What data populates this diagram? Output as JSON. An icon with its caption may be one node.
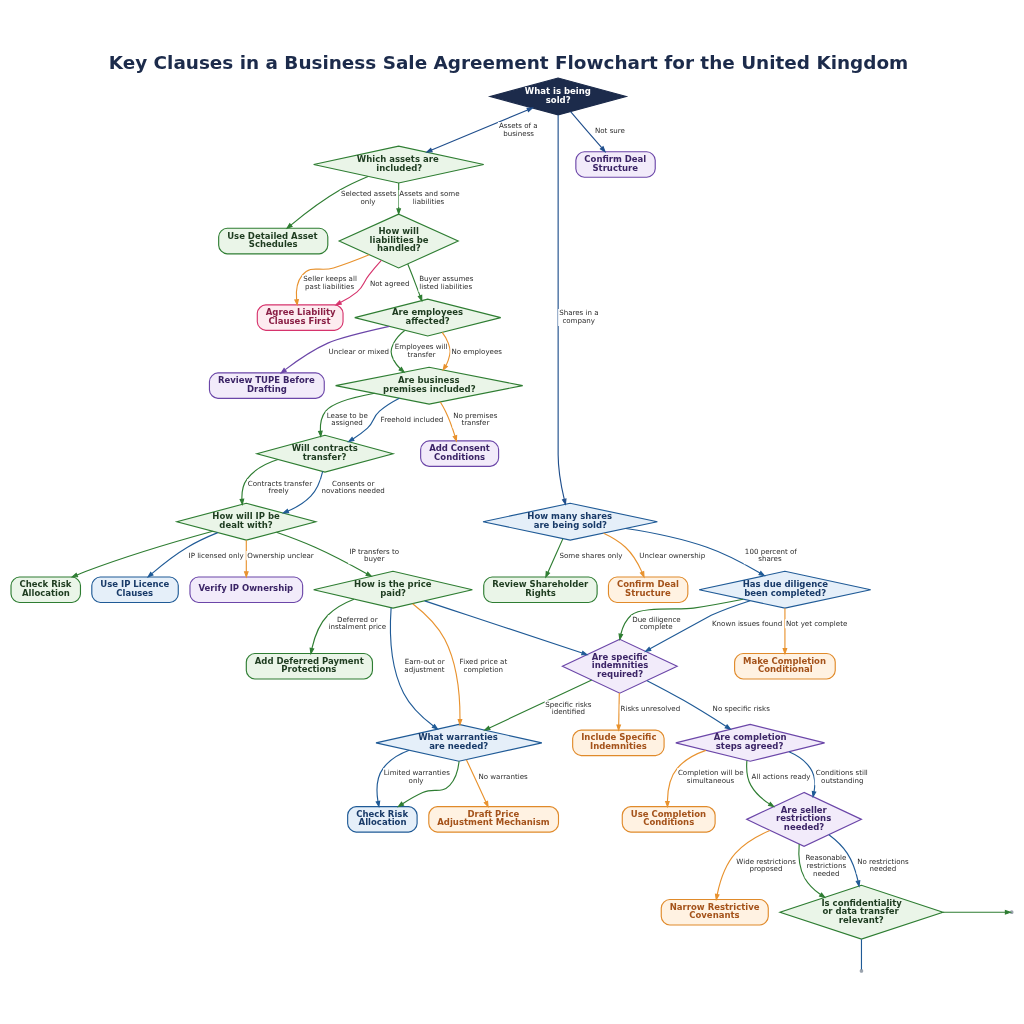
{
  "diagram": {
    "title": "Key Clauses in a Business Sale Agreement Flowchart for the United Kingdom",
    "nodes": [
      {
        "text": [
          "What is being sold?"
        ]
      },
      {
        "text": [
          "Which assets are included?"
        ]
      },
      {
        "text": [
          "Use Detailed Asset Schedules"
        ]
      },
      {
        "text": [
          "How will liabilities be handled?"
        ]
      },
      {
        "text": [
          "Agree Liability Clauses First"
        ]
      },
      {
        "text": [
          "Are employees affected?"
        ]
      },
      {
        "text": [
          "Review TUPE Before Drafting"
        ]
      },
      {
        "text": [
          "Are business premises included?"
        ]
      },
      {
        "text": [
          "Will contracts transfer?"
        ]
      },
      {
        "text": [
          "Add Consent Conditions"
        ]
      },
      {
        "text": [
          "How will IP be dealt with?"
        ]
      },
      {
        "text": [
          "Check Risk Allocation"
        ]
      },
      {
        "text": [
          "Use IP Licence Clauses"
        ]
      },
      {
        "text": [
          "Verify IP Ownership"
        ]
      },
      {
        "text": [
          "How is the price paid?"
        ]
      },
      {
        "text": [
          "Add Deferred Payment Protections"
        ]
      },
      {
        "text": [
          "What warranties are needed?"
        ]
      },
      {
        "text": [
          "Check Risk Allocation"
        ]
      },
      {
        "text": [
          "Draft Price Adjustment Mechanism"
        ]
      },
      {
        "text": [
          "How many shares are being sold?"
        ]
      },
      {
        "text": [
          "Confirm Deal Structure"
        ]
      },
      {
        "text": [
          "Review Shareholder Rights"
        ]
      },
      {
        "text": [
          "Confirm Deal Structure"
        ]
      },
      {
        "text": [
          "Has due diligence been completed?"
        ]
      },
      {
        "text": [
          "Make Completion Conditional"
        ]
      },
      {
        "text": [
          "Are specific indemnities required?"
        ]
      },
      {
        "text": [
          "Include Specific Indemnities"
        ]
      },
      {
        "text": [
          "Are completion steps agreed?"
        ]
      },
      {
        "text": [
          "Use Completion Conditions"
        ]
      },
      {
        "text": [
          "Are seller restrictions needed?"
        ]
      },
      {
        "text": [
          "Narrow Restrictive Covenants"
        ]
      },
      {
        "text": [
          "Is confidentiality or data transfer relevant?"
        ]
      }
    ],
    "edges": [
      {
        "from": 0,
        "to": 1,
        "arrow": "both",
        "label": "Assets of a business",
        "color": "#1f4e8c"
      },
      {
        "from": 0,
        "to": 19,
        "arrow": "to",
        "label": "Shares in a company",
        "color": "#1f4e8c"
      },
      {
        "from": 0,
        "to": 20,
        "arrow": "to",
        "label": "Not sure",
        "color": "#1f4e8c"
      },
      {
        "from": 1,
        "to": 2,
        "arrow": "to",
        "label": "Selected assets only"
      },
      {
        "from": 1,
        "to": 3,
        "arrow": "to",
        "label": "Assets and some liabilities"
      },
      {
        "from": 3,
        "to": 5,
        "arrow": "to",
        "label": "Buyer assumes listed liabilities"
      },
      {
        "from": 3,
        "to": 4,
        "arrow": "to",
        "label": "Seller keeps all past liabilities",
        "color": "#e8922e"
      },
      {
        "from": 3,
        "to": 4,
        "arrow": "to",
        "label": "Not agreed",
        "color": "#d6336c"
      },
      {
        "from": 5,
        "to": 7,
        "arrow": "to",
        "label": "Employees will transfer"
      },
      {
        "from": 5,
        "to": 7,
        "arrow": "to",
        "label": "No employees",
        "color": "#e8922e"
      },
      {
        "from": 5,
        "to": 6,
        "arrow": "to",
        "label": "Unclear or mixed",
        "color": "#6b46a8"
      },
      {
        "from": 7,
        "to": 8,
        "arrow": "to",
        "label": "Lease to be assigned"
      },
      {
        "from": 7,
        "to": 8,
        "arrow": "to",
        "label": "Freehold included",
        "color": "#1f5a96"
      },
      {
        "from": 7,
        "to": 9,
        "arrow": "to",
        "label": "No premises transfer",
        "color": "#e8922e"
      },
      {
        "from": 8,
        "to": 10,
        "arrow": "to",
        "label": "Contracts transfer freely"
      },
      {
        "from": 8,
        "to": 10,
        "arrow": "to",
        "label": "Consents or novations needed",
        "color": "#1f5a96"
      },
      {
        "from": 10,
        "to": 14,
        "arrow": "to",
        "label": "IP transfers to buyer"
      },
      {
        "from": 10,
        "to": 11,
        "arrow": "to"
      },
      {
        "from": 10,
        "to": 12,
        "arrow": "to",
        "label": "IP licensed only",
        "color": "#1f5a96"
      },
      {
        "from": 10,
        "to": 13,
        "arrow": "to",
        "label": "Ownership unclear",
        "color": "#e8922e"
      },
      {
        "from": 14,
        "to": 25,
        "arrow": "to",
        "color": "#1f5a96"
      },
      {
        "from": 14,
        "to": 15,
        "arrow": "to",
        "label": "Deferred or instalment price"
      },
      {
        "from": 14,
        "to": 16,
        "arrow": "to",
        "label": "Earn-out or adjustment",
        "color": "#1f5a96"
      },
      {
        "from": 14,
        "to": 16,
        "arrow": "to",
        "label": "Fixed price at completion",
        "color": "#e8922e"
      },
      {
        "from": 25,
        "to": 16,
        "arrow": "to",
        "label": "Specific risks identified"
      },
      {
        "from": 16,
        "to": 17,
        "arrow": "to",
        "label": "Limited warranties only",
        "color": "#1f5a96"
      },
      {
        "from": 16,
        "to": 17,
        "arrow": "to"
      },
      {
        "from": 16,
        "to": 18,
        "arrow": "to",
        "label": "No warranties",
        "color": "#e8922e"
      },
      {
        "from": 19,
        "to": 21,
        "arrow": "to",
        "label": "Some shares only"
      },
      {
        "from": 19,
        "to": 22,
        "arrow": "to",
        "label": "Unclear ownership",
        "color": "#e8922e"
      },
      {
        "from": 19,
        "to": 23,
        "arrow": "to",
        "label": "100 percent of shares",
        "color": "#1f5a96"
      },
      {
        "from": 23,
        "to": 25,
        "arrow": "to",
        "label": "Due diligence complete"
      },
      {
        "from": 23,
        "to": 24,
        "arrow": "to",
        "label": "Not yet complete",
        "color": "#e8922e"
      },
      {
        "from": 23,
        "to": 25,
        "arrow": "to",
        "label": "Known issues found",
        "color": "#1f5a96"
      },
      {
        "from": 25,
        "to": 27,
        "arrow": "to",
        "label": "No specific risks",
        "color": "#1f5a96"
      },
      {
        "from": 25,
        "to": 26,
        "arrow": "to",
        "label": "Risks unresolved",
        "color": "#e8922e"
      },
      {
        "from": 27,
        "to": 29,
        "arrow": "to",
        "label": "All actions ready"
      },
      {
        "from": 27,
        "to": 29,
        "arrow": "to",
        "label": "Conditions still outstanding",
        "color": "#1f5a96"
      },
      {
        "from": 27,
        "to": 28,
        "arrow": "to",
        "label": "Completion will be simultaneous",
        "color": "#e8922e"
      },
      {
        "from": 29,
        "to": 31,
        "arrow": "to",
        "label": "Reasonable restrictions needed"
      },
      {
        "from": 29,
        "to": 31,
        "arrow": "to",
        "label": "No restrictions needed",
        "color": "#1f5a96"
      },
      {
        "from": 29,
        "to": 30,
        "arrow": "to",
        "label": "Wide restrictions proposed",
        "color": "#e8922e"
      },
      {
        "from": 31,
        "to": null,
        "arrow": "to"
      },
      {
        "from": 31,
        "to": null,
        "arrow": "none",
        "color": "#1f5a96"
      }
    ]
  }
}
